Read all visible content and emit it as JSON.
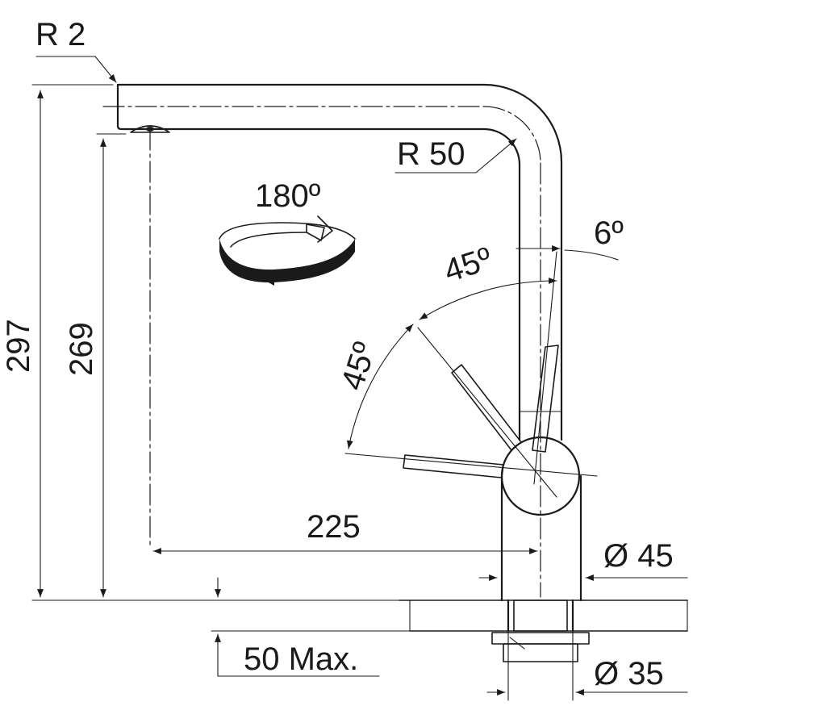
{
  "dimensions": {
    "r2": "R 2",
    "r50": "R 50",
    "rotation": "180º",
    "angle_6": "6º",
    "angle_45_upper": "45º",
    "angle_45_left": "45º",
    "height_297": "297",
    "height_269": "269",
    "reach_225": "225",
    "diameter_45": "Ø 45",
    "diameter_35": "Ø 35",
    "max_50": "50 Max."
  },
  "colors": {
    "line": "#1a1a1a",
    "background": "#ffffff",
    "granite": "#f2f2f2"
  }
}
